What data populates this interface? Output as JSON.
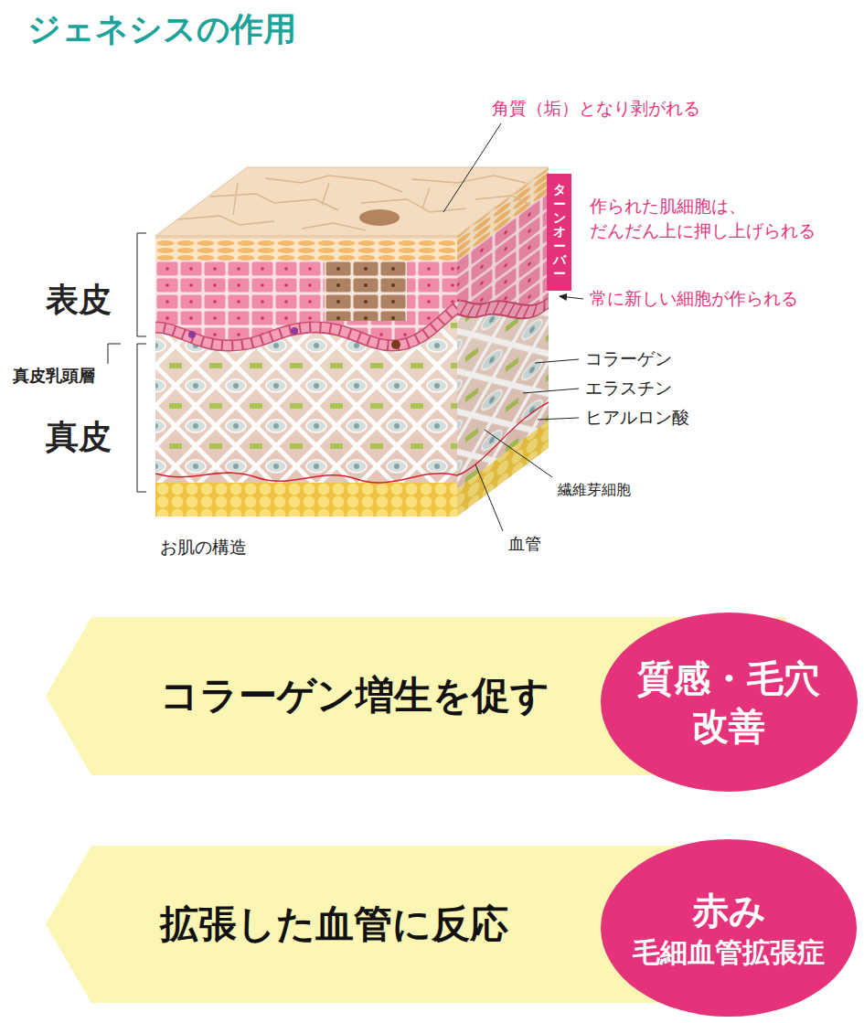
{
  "diagram": {
    "title": "ジェネシスの作用",
    "nodes": [
      {
        "text": [
          "ターンオーバー"
        ]
      },
      {
        "text": [
          "コラーゲン増生を促す"
        ]
      },
      {
        "text": [
          "質感・毛穴 改善"
        ]
      },
      {
        "text": [
          "拡張した血管に反応"
        ]
      },
      {
        "text": [
          "赤み",
          "毛細血管拡張症"
        ]
      }
    ],
    "labels": [
      "角質（垢）となり剥がれる",
      "作られた肌細胞は、 だんだん上に押し上げられる",
      "常に新しい細胞が作られる",
      "表皮",
      "真皮乳頭層",
      "真皮",
      "コラーゲン",
      "エラスチン",
      "ヒアルロン酸",
      "繊維芽細胞",
      "血管",
      "お肌の構造"
    ]
  }
}
